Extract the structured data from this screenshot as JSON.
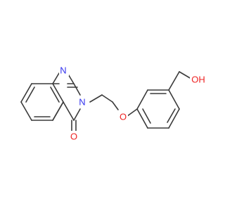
{
  "colors": {
    "bond": "#3a3a3a",
    "N": "#3333ee",
    "O": "#ee2222"
  },
  "atom_labels": {
    "N1": "N",
    "N3": "N",
    "O4": "O",
    "O_ether": "O",
    "OH": "OH"
  }
}
